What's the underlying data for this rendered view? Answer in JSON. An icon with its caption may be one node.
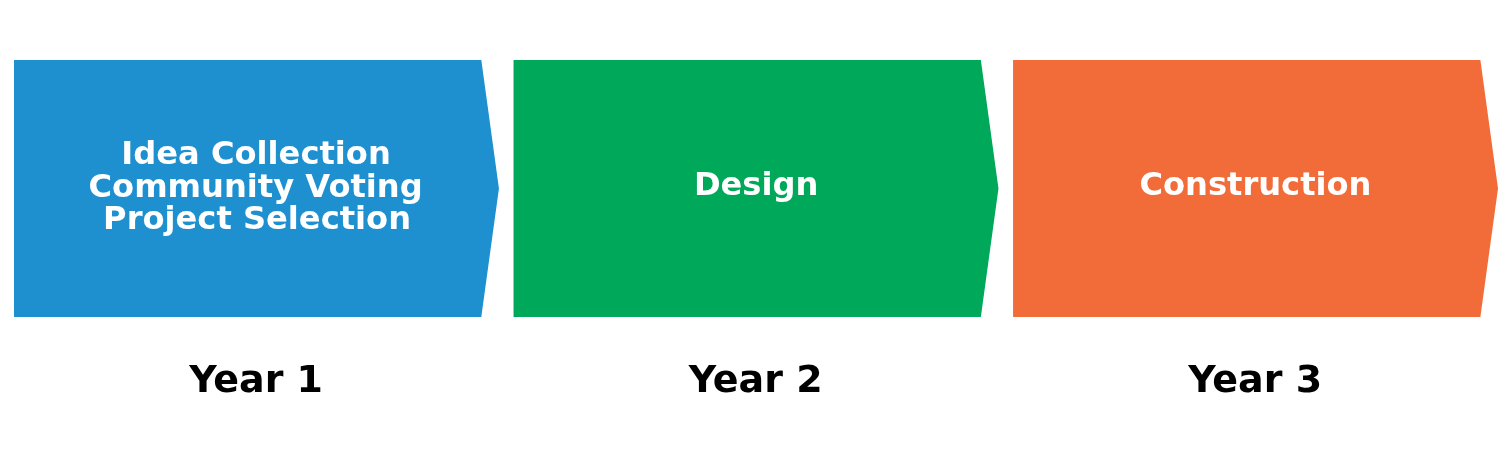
{
  "diagram": {
    "nodes": [
      {
        "text": [
          "Idea Collection",
          "Community Voting",
          "Project Selection"
        ],
        "beside": [
          "Year 1"
        ]
      },
      {
        "text": [
          "Design"
        ],
        "beside": [
          "Year 2"
        ]
      },
      {
        "text": [
          "Construction"
        ],
        "beside": [
          "Year 3"
        ]
      }
    ]
  }
}
